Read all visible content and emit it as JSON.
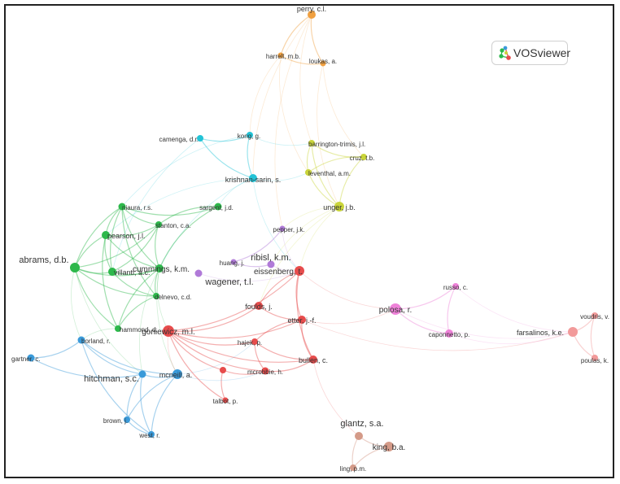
{
  "logo": {
    "text": "VOSviewer"
  },
  "clusters": {
    "red": "#e74c4c",
    "green": "#2db84b",
    "blue": "#3a9ad9",
    "cyan": "#22c3d6",
    "yellow": "#c9d43a",
    "orange": "#f0a040",
    "purple": "#b07ad8",
    "pink": "#ee82d8",
    "salmon": "#f29a9a",
    "brown": "#d49a88"
  },
  "nodes": [
    {
      "id": "perry",
      "label": "perry, c.l.",
      "cluster": "orange",
      "r": 5,
      "fs": 9
    },
    {
      "id": "harrell",
      "label": "harrell, m.b.",
      "cluster": "orange",
      "r": 3.5,
      "fs": 8
    },
    {
      "id": "loukas",
      "label": "loukas, a.",
      "cluster": "orange",
      "r": 3.5,
      "fs": 8
    },
    {
      "id": "camenga",
      "label": "camenga, d.r.",
      "cluster": "cyan",
      "r": 4,
      "fs": 8
    },
    {
      "id": "kong",
      "label": "kong, g.",
      "cluster": "cyan",
      "r": 4,
      "fs": 8
    },
    {
      "id": "krishnan",
      "label": "krishnan-sarin, s.",
      "cluster": "cyan",
      "r": 5,
      "fs": 9
    },
    {
      "id": "barrington",
      "label": "barrington-trimis, j.l.",
      "cluster": "yellow",
      "r": 4,
      "fs": 8
    },
    {
      "id": "cruz",
      "label": "cruz, t.b.",
      "cluster": "yellow",
      "r": 4,
      "fs": 8
    },
    {
      "id": "leventhal",
      "label": "leventhal, a.m.",
      "cluster": "yellow",
      "r": 4,
      "fs": 8
    },
    {
      "id": "unger",
      "label": "unger, j.b.",
      "cluster": "yellow",
      "r": 6,
      "fs": 9
    },
    {
      "id": "niaura",
      "label": "niaura, r.s.",
      "cluster": "green",
      "r": 4.5,
      "fs": 8
    },
    {
      "id": "sargent",
      "label": "sargent, j.d.",
      "cluster": "green",
      "r": 4.5,
      "fs": 8
    },
    {
      "id": "stanton",
      "label": "stanton, c.a.",
      "cluster": "green",
      "r": 4,
      "fs": 8
    },
    {
      "id": "pearson",
      "label": "pearson, j.l.",
      "cluster": "green",
      "r": 5,
      "fs": 9
    },
    {
      "id": "abrams",
      "label": "abrams, d.b.",
      "cluster": "green",
      "r": 6,
      "fs": 11
    },
    {
      "id": "villanti",
      "label": "villanti, a.c.",
      "cluster": "green",
      "r": 5,
      "fs": 9
    },
    {
      "id": "cummings",
      "label": "cummings, k.m.",
      "cluster": "green",
      "r": 5,
      "fs": 10
    },
    {
      "id": "delnevo",
      "label": "delnevo, c.d.",
      "cluster": "green",
      "r": 4,
      "fs": 8
    },
    {
      "id": "hammond",
      "label": "hammond, d.",
      "cluster": "green",
      "r": 4,
      "fs": 8
    },
    {
      "id": "pepper",
      "label": "pepper, j.k.",
      "cluster": "purple",
      "r": 3.5,
      "fs": 8
    },
    {
      "id": "huang",
      "label": "huang, j.",
      "cluster": "purple",
      "r": 3.5,
      "fs": 8
    },
    {
      "id": "ribisl",
      "label": "ribisl, k.m.",
      "cluster": "purple",
      "r": 4.5,
      "fs": 11
    },
    {
      "id": "wagener",
      "label": "wagener, t.l.",
      "cluster": "purple",
      "r": 4.5,
      "fs": 11
    },
    {
      "id": "eissenberg",
      "label": "eissenberg, t.",
      "cluster": "red",
      "r": 6,
      "fs": 10
    },
    {
      "id": "foulds",
      "label": "foulds, j.",
      "cluster": "red",
      "r": 5,
      "fs": 9
    },
    {
      "id": "etter",
      "label": "etter, j.-f.",
      "cluster": "red",
      "r": 5,
      "fs": 9
    },
    {
      "id": "goniewicz",
      "label": "goniewicz, m.l.",
      "cluster": "red",
      "r": 7,
      "fs": 10
    },
    {
      "id": "hajek",
      "label": "hajek, p.",
      "cluster": "red",
      "r": 4,
      "fs": 8
    },
    {
      "id": "bullen",
      "label": "bullen, c.",
      "cluster": "red",
      "r": 5,
      "fs": 9
    },
    {
      "id": "mcrobbie",
      "label": "mcrobbie, h.",
      "cluster": "red",
      "r": 4.5,
      "fs": 8
    },
    {
      "id": "unlab",
      "label": "",
      "cluster": "red",
      "r": 4,
      "fs": 8
    },
    {
      "id": "talbot",
      "label": "talbot, p.",
      "cluster": "red",
      "r": 3.5,
      "fs": 8
    },
    {
      "id": "borland",
      "label": "borland, r.",
      "cluster": "blue",
      "r": 4.5,
      "fs": 8
    },
    {
      "id": "gartner",
      "label": "gartner, c.",
      "cluster": "blue",
      "r": 4.5,
      "fs": 8
    },
    {
      "id": "hitchman",
      "label": "hitchman, s.c.",
      "cluster": "blue",
      "r": 4.5,
      "fs": 11
    },
    {
      "id": "mcneill",
      "label": "mcneill, a.",
      "cluster": "blue",
      "r": 6,
      "fs": 9
    },
    {
      "id": "brown",
      "label": "brown, j.",
      "cluster": "blue",
      "r": 4,
      "fs": 8
    },
    {
      "id": "west",
      "label": "west, r.",
      "cluster": "blue",
      "r": 4,
      "fs": 8
    },
    {
      "id": "polosa",
      "label": "polosa, r.",
      "cluster": "pink",
      "r": 7,
      "fs": 10
    },
    {
      "id": "russo",
      "label": "russo, c.",
      "cluster": "pink",
      "r": 4,
      "fs": 8
    },
    {
      "id": "caponnetto",
      "label": "caponnetto, p.",
      "cluster": "pink",
      "r": 5,
      "fs": 8
    },
    {
      "id": "farsalinos",
      "label": "farsalinos, k.e.",
      "cluster": "salmon",
      "r": 6,
      "fs": 9
    },
    {
      "id": "voudris",
      "label": "voudris, v.",
      "cluster": "salmon",
      "r": 4,
      "fs": 8
    },
    {
      "id": "poulas",
      "label": "poulas, k.",
      "cluster": "salmon",
      "r": 4,
      "fs": 8
    },
    {
      "id": "glantz",
      "label": "glantz, s.a.",
      "cluster": "brown",
      "r": 5,
      "fs": 11
    },
    {
      "id": "king",
      "label": "king, b.a.",
      "cluster": "brown",
      "r": 6,
      "fs": 10
    },
    {
      "id": "ling",
      "label": "ling, p.m.",
      "cluster": "brown",
      "r": 4,
      "fs": 8
    }
  ],
  "edges": [
    [
      "perry",
      "harrell"
    ],
    [
      "perry",
      "loukas"
    ],
    [
      "harrell",
      "loukas"
    ],
    [
      "perry",
      "krishnan"
    ],
    [
      "perry",
      "barrington"
    ],
    [
      "harrell",
      "kong"
    ],
    [
      "loukas",
      "unger"
    ],
    [
      "harrell",
      "leventhal"
    ],
    [
      "loukas",
      "cruz"
    ],
    [
      "perry",
      "pepper"
    ],
    [
      "camenga",
      "kong"
    ],
    [
      "kong",
      "krishnan"
    ],
    [
      "camenga",
      "krishnan"
    ],
    [
      "kong",
      "barrington"
    ],
    [
      "krishnan",
      "leventhal"
    ],
    [
      "krishnan",
      "sargent"
    ],
    [
      "krishnan",
      "cummings"
    ],
    [
      "kong",
      "niaura"
    ],
    [
      "krishnan",
      "eissenberg"
    ],
    [
      "krishnan",
      "pearson"
    ],
    [
      "camenga",
      "villanti"
    ],
    [
      "barrington",
      "cruz"
    ],
    [
      "barrington",
      "unger"
    ],
    [
      "cruz",
      "unger"
    ],
    [
      "leventhal",
      "unger"
    ],
    [
      "barrington",
      "leventhal"
    ],
    [
      "cruz",
      "leventhal"
    ],
    [
      "unger",
      "eissenberg"
    ],
    [
      "unger",
      "pepper"
    ],
    [
      "unger",
      "ribisl"
    ],
    [
      "unger",
      "foulds"
    ],
    [
      "niaura",
      "pearson"
    ],
    [
      "niaura",
      "abrams"
    ],
    [
      "niaura",
      "villanti"
    ],
    [
      "niaura",
      "stanton"
    ],
    [
      "niaura",
      "cummings"
    ],
    [
      "pearson",
      "abrams"
    ],
    [
      "pearson",
      "villanti"
    ],
    [
      "pearson",
      "stanton"
    ],
    [
      "pearson",
      "cummings"
    ],
    [
      "abrams",
      "villanti"
    ],
    [
      "abrams",
      "cummings"
    ],
    [
      "abrams",
      "stanton"
    ],
    [
      "villanti",
      "cummings"
    ],
    [
      "villanti",
      "stanton"
    ],
    [
      "stanton",
      "cummings"
    ],
    [
      "sargent",
      "cummings"
    ],
    [
      "sargent",
      "stanton"
    ],
    [
      "cummings",
      "delnevo"
    ],
    [
      "delnevo",
      "hammond"
    ],
    [
      "hammond",
      "borland"
    ],
    [
      "cummings",
      "hammond"
    ],
    [
      "abrams",
      "borland"
    ],
    [
      "abrams",
      "hitchman"
    ],
    [
      "villanti",
      "delnevo"
    ],
    [
      "abrams",
      "delnevo"
    ],
    [
      "niaura",
      "sargent"
    ],
    [
      "pearson",
      "hammond"
    ],
    [
      "abrams",
      "hammond"
    ],
    [
      "niaura",
      "delnevo"
    ],
    [
      "cummings",
      "goniewicz"
    ],
    [
      "cummings",
      "mcneill"
    ],
    [
      "cummings",
      "hitchman"
    ],
    [
      "borland",
      "mcneill"
    ],
    [
      "borland",
      "hitchman"
    ],
    [
      "hitchman",
      "mcneill"
    ],
    [
      "hitchman",
      "brown"
    ],
    [
      "mcneill",
      "brown"
    ],
    [
      "mcneill",
      "west"
    ],
    [
      "brown",
      "west"
    ],
    [
      "hitchman",
      "west"
    ],
    [
      "gartner",
      "borland"
    ],
    [
      "gartner",
      "hitchman"
    ],
    [
      "borland",
      "west"
    ],
    [
      "goniewicz",
      "eissenberg"
    ],
    [
      "goniewicz",
      "foulds"
    ],
    [
      "goniewicz",
      "etter"
    ],
    [
      "goniewicz",
      "hajek"
    ],
    [
      "goniewicz",
      "mcrobbie"
    ],
    [
      "goniewicz",
      "bullen"
    ],
    [
      "goniewicz",
      "mcneill"
    ],
    [
      "goniewicz",
      "unlab"
    ],
    [
      "eissenberg",
      "foulds"
    ],
    [
      "eissenberg",
      "etter"
    ],
    [
      "eissenberg",
      "bullen"
    ],
    [
      "foulds",
      "etter"
    ],
    [
      "etter",
      "hajek"
    ],
    [
      "etter",
      "bullen"
    ],
    [
      "hajek",
      "mcrobbie"
    ],
    [
      "hajek",
      "bullen"
    ],
    [
      "mcrobbie",
      "bullen"
    ],
    [
      "unlab",
      "mcrobbie"
    ],
    [
      "unlab",
      "talbot"
    ],
    [
      "mcneill",
      "hajek"
    ],
    [
      "mcneill",
      "mcrobbie"
    ],
    [
      "etter",
      "polosa"
    ],
    [
      "bullen",
      "glantz"
    ],
    [
      "eissenberg",
      "polosa"
    ],
    [
      "goniewicz",
      "talbot"
    ],
    [
      "ribisl",
      "eissenberg"
    ],
    [
      "wagener",
      "eissenberg"
    ],
    [
      "huang",
      "ribisl"
    ],
    [
      "huang",
      "pepper"
    ],
    [
      "pepper",
      "eissenberg"
    ],
    [
      "etter",
      "farsalinos"
    ],
    [
      "polosa",
      "russo"
    ],
    [
      "polosa",
      "caponnetto"
    ],
    [
      "russo",
      "caponnetto"
    ],
    [
      "polosa",
      "farsalinos"
    ],
    [
      "caponnetto",
      "farsalinos"
    ],
    [
      "farsalinos",
      "voudris"
    ],
    [
      "farsalinos",
      "poulas"
    ],
    [
      "voudris",
      "poulas"
    ],
    [
      "russo",
      "farsalinos"
    ],
    [
      "glantz",
      "king"
    ],
    [
      "glantz",
      "ling"
    ],
    [
      "king",
      "ling"
    ]
  ]
}
